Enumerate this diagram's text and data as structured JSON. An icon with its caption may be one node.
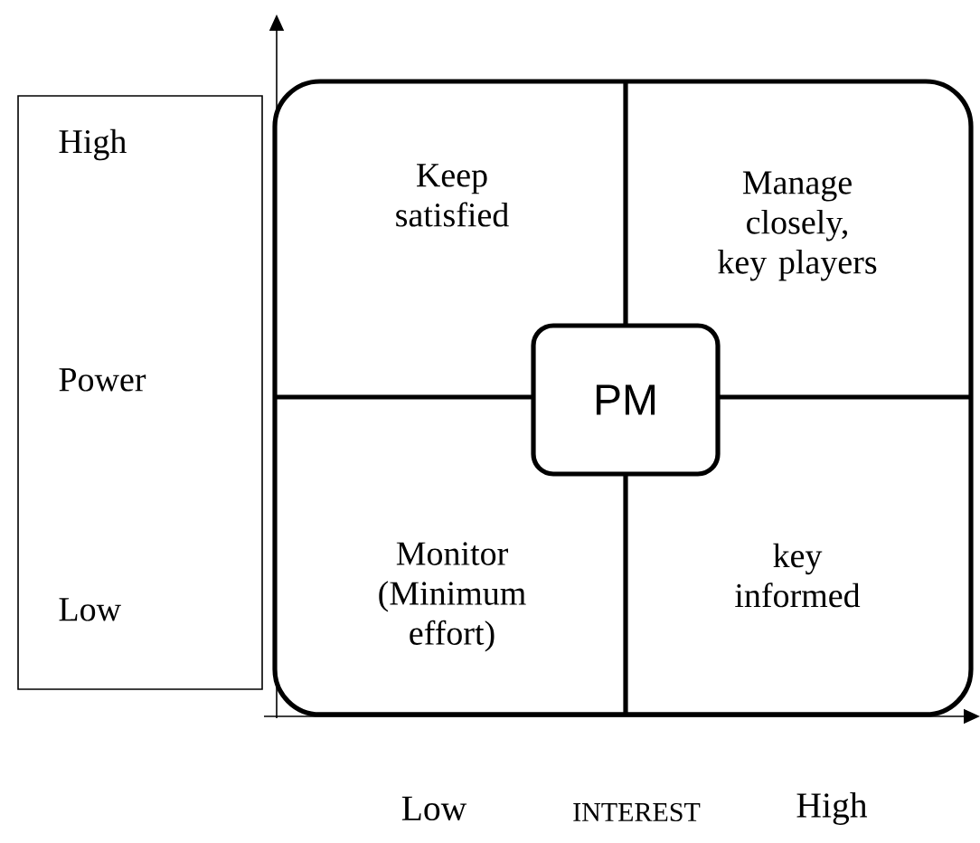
{
  "diagram": {
    "nodes": [
      {
        "text": [
          "High",
          "Power",
          "Low"
        ]
      },
      {
        "text": [
          "Keep satisfied",
          "Manage closely, key players",
          "Monitor (Minimum effort)",
          "key informed"
        ]
      },
      {
        "text": [
          "PM"
        ],
        "in": 1
      }
    ],
    "labels": [
      "Low",
      "INTEREST",
      "High"
    ]
  }
}
